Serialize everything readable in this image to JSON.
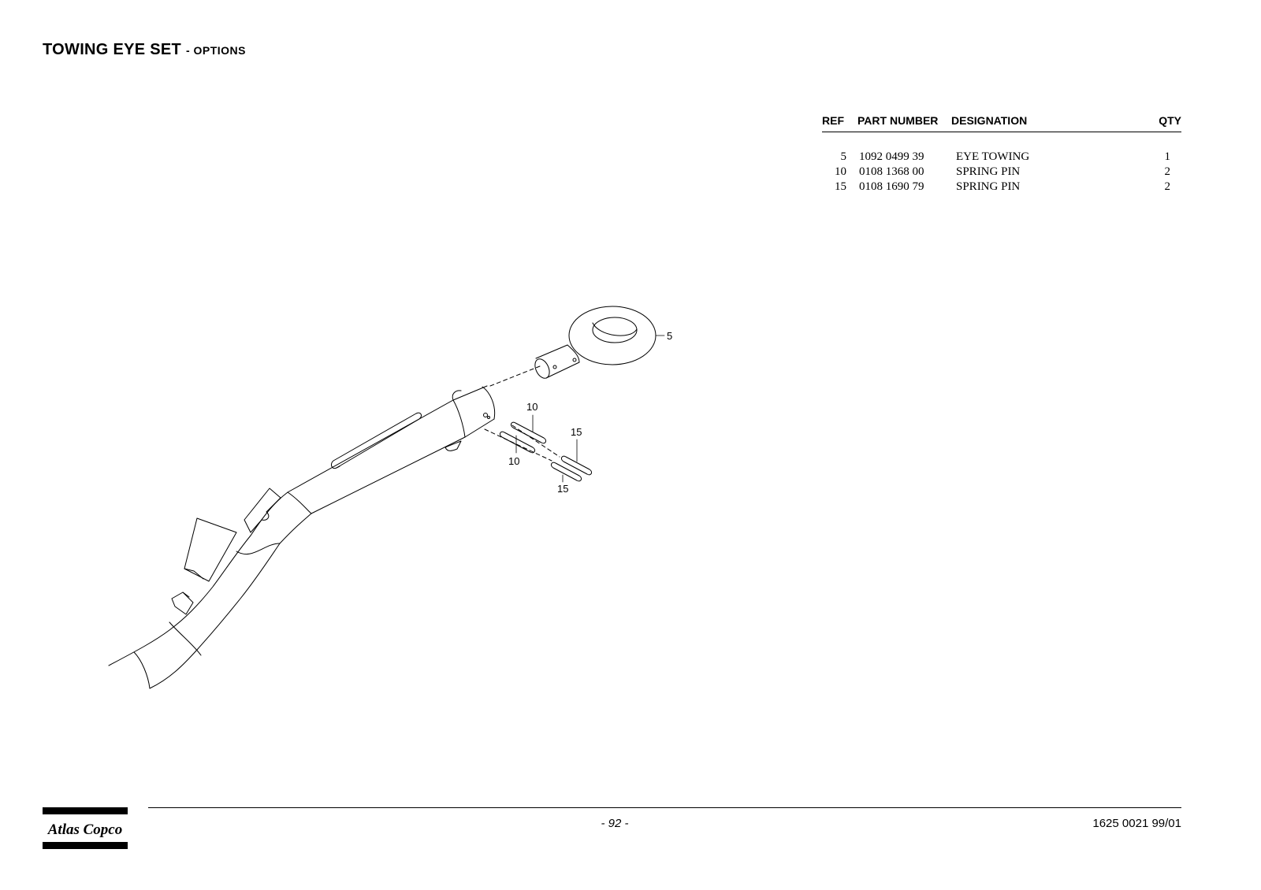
{
  "header": {
    "title": "TOWING EYE SET",
    "subtitle": "- OPTIONS"
  },
  "parts_table": {
    "columns": {
      "ref": "REF",
      "part_number": "PART NUMBER",
      "designation": "DESIGNATION",
      "qty": "QTY"
    },
    "rows": [
      {
        "ref": "5",
        "part_number": "1092 0499 39",
        "designation": "EYE TOWING",
        "qty": "1"
      },
      {
        "ref": "10",
        "part_number": "0108 1368 00",
        "designation": "SPRING PIN",
        "qty": "2"
      },
      {
        "ref": "15",
        "part_number": "0108 1690 79",
        "designation": "SPRING PIN",
        "qty": "2"
      }
    ]
  },
  "drawing": {
    "callouts": {
      "eye": "5",
      "pin10_upper": "10",
      "pin10_lower": "10",
      "pin15_upper": "15",
      "pin15_lower": "15"
    }
  },
  "footer": {
    "page_number": "- 92 -",
    "document_number": "1625 0021 99/01",
    "brand": "Atlas Copco"
  }
}
